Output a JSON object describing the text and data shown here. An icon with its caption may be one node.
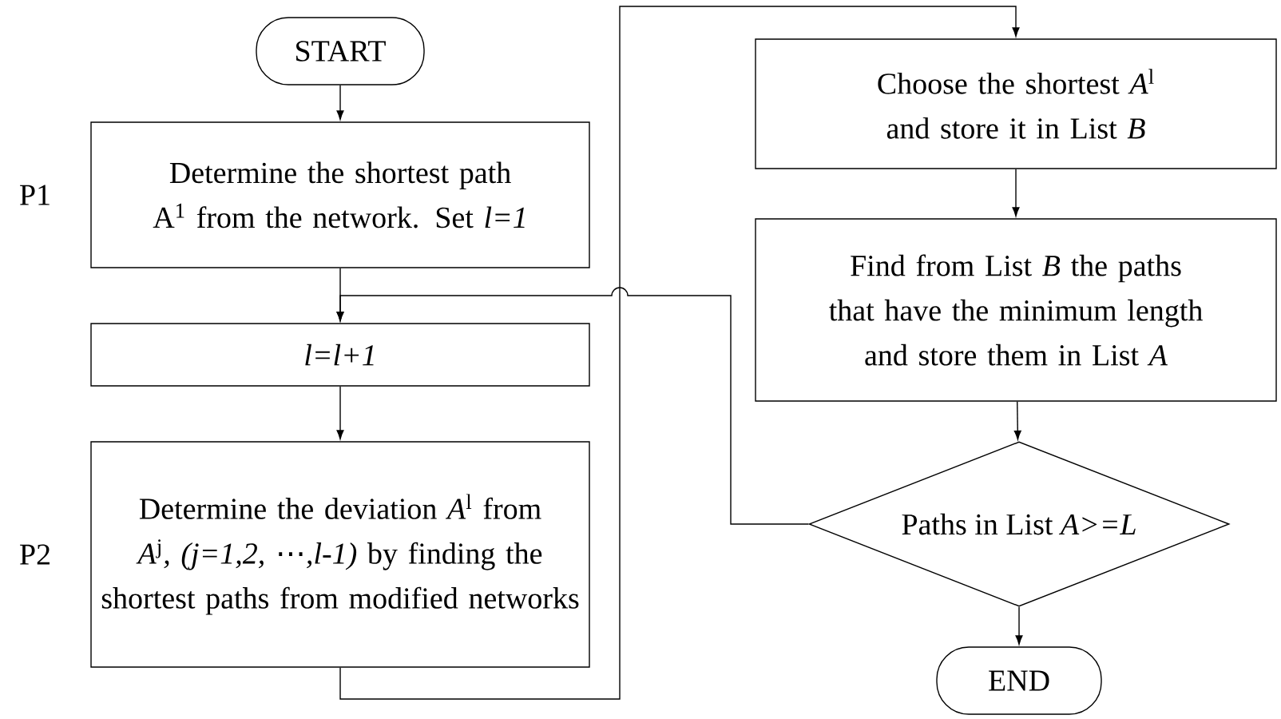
{
  "diagram": {
    "nodes": [
      {
        "text": [
          "START"
        ]
      },
      {
        "text": [
          "Determine the shortest path A$^{1}$ from the network. Set *l=1*"
        ],
        "beside": [
          "P1"
        ]
      },
      {
        "text": [
          "l=l+1"
        ]
      },
      {
        "text": [
          "Determine the deviation *A*$^{l}$ from *A*$^{j}$*, (j=1,2, ⋯,l-1)* by finding the shortest paths from modified networks"
        ],
        "beside": [
          "P2"
        ]
      },
      {
        "text": [
          "Choose the shortest *A*$^{l}$ and store it in List *B*"
        ]
      },
      {
        "text": [
          "Find from List *B* the paths that have the minimum length and store them in List *A*"
        ]
      },
      {
        "text": [
          "Paths in List *A>=L*"
        ]
      },
      {
        "text": [
          "END"
        ]
      }
    ],
    "edges": [
      {
        "from": 0,
        "to": 1,
        "arrow": "to"
      },
      {
        "from": 1,
        "to": 2,
        "arrow": "to"
      },
      {
        "from": 2,
        "to": 3,
        "arrow": "to"
      },
      {
        "from": 3,
        "to": 4,
        "arrow": "to"
      },
      {
        "from": 4,
        "to": 5,
        "arrow": "to"
      },
      {
        "from": 5,
        "to": 6,
        "arrow": "to"
      },
      {
        "from": 6,
        "to": 2,
        "arrow": "to"
      },
      {
        "from": 6,
        "to": 7,
        "arrow": "to"
      }
    ]
  }
}
